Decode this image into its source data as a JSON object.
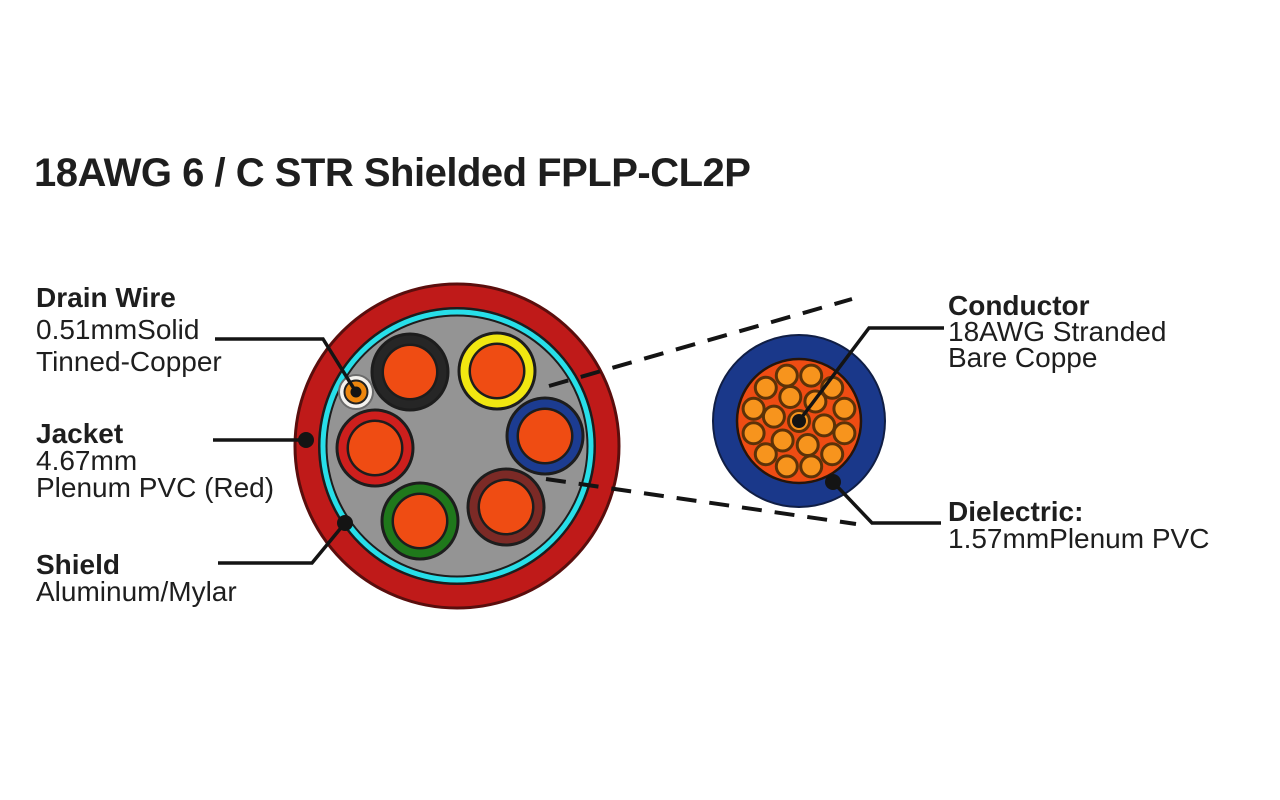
{
  "title": "18AWG 6 / C STR Shielded FPLP-CL2P",
  "callouts": {
    "drain_wire": {
      "heading": "Drain Wire",
      "lines": [
        "0.51mmSolid",
        "Tinned-Copper"
      ]
    },
    "jacket": {
      "heading": "Jacket",
      "lines": [
        "4.67mm",
        "Plenum PVC (Red)"
      ]
    },
    "shield": {
      "heading": "Shield",
      "lines": [
        "Aluminum/Mylar"
      ]
    },
    "conductor": {
      "heading": "Conductor",
      "lines": [
        "18AWG Stranded",
        "Bare Coppe"
      ]
    },
    "dielectric": {
      "heading": "Dielectric:",
      "lines": [
        "1.57mmPlenum PVC"
      ]
    }
  },
  "diagram": {
    "type": "cable-cross-section",
    "conductor_count": 6,
    "insulation_colors_visible": [
      "black",
      "yellow",
      "blue",
      "maroon",
      "green",
      "red"
    ],
    "drain_wire_present": true,
    "magnified_view": "single stranded conductor",
    "strand_count_shown": 19
  },
  "colors": {
    "text_dark": "#1e1e1e",
    "line_black": "#141414",
    "jacket_red": "#bf1a19",
    "jacket_outline": "#5a0e0d",
    "shield_cyan": "#27dfe9",
    "interior_gray": "#949494",
    "outline_dark": "#1d1d1d",
    "insulation_black": "#262626",
    "insulation_yellow": "#f1e711",
    "insulation_blue": "#1c3c91",
    "insulation_maroon": "#7c2a26",
    "insulation_green": "#1f781b",
    "insulation_red": "#ce1f1d",
    "conductor_orange": "#ef4c13",
    "strand_orange": "#f7941d",
    "strand_outline": "#5c3208",
    "dielectric_blue": "#1a388a",
    "drain_white": "#f4f2ee",
    "drain_orange": "#ee860e"
  }
}
